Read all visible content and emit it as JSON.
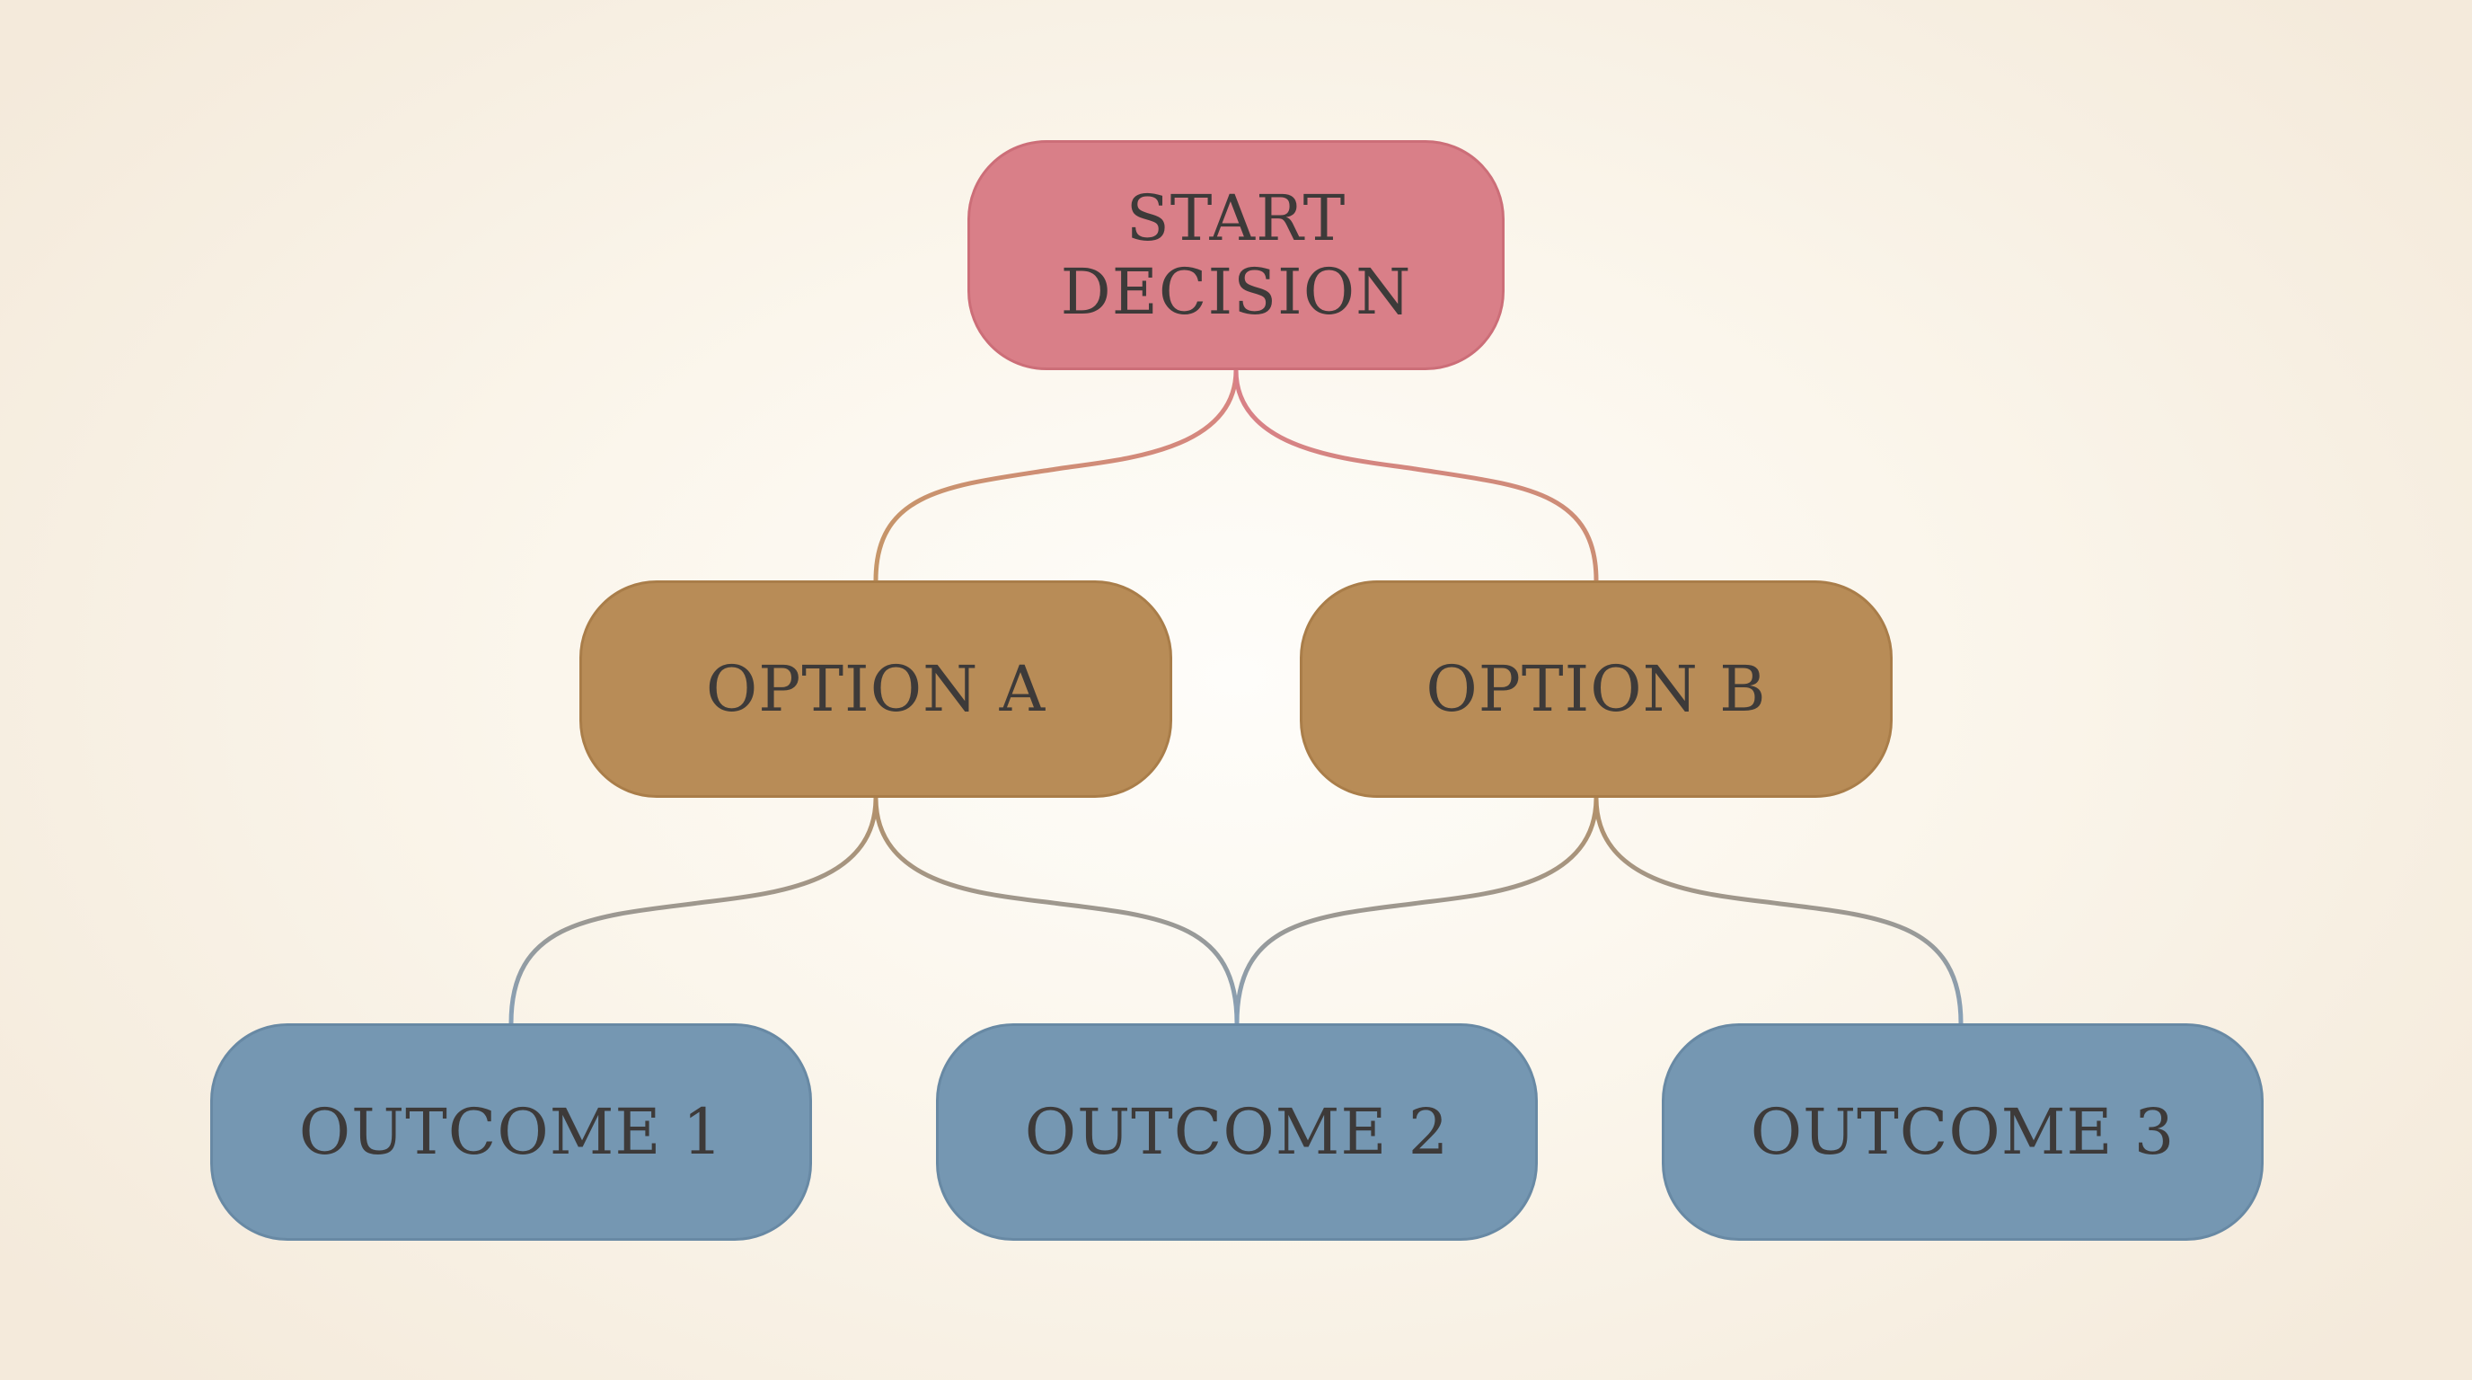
{
  "diagram": {
    "type": "decision-tree",
    "nodes": [
      {
        "id": "start",
        "label": "START\nDECISION",
        "color": "#d97f88"
      },
      {
        "id": "option-a",
        "label": "OPTION A",
        "color": "#b88c57"
      },
      {
        "id": "option-b",
        "label": "OPTION B",
        "color": "#b88c57"
      },
      {
        "id": "outcome-1",
        "label": "OUTCOME 1",
        "color": "#7597b2"
      },
      {
        "id": "outcome-2",
        "label": "OUTCOME 2",
        "color": "#7597b2"
      },
      {
        "id": "outcome-3",
        "label": "OUTCOME 3",
        "color": "#7597b2"
      }
    ],
    "edges": [
      {
        "from": "start",
        "to": "option-a"
      },
      {
        "from": "start",
        "to": "option-b"
      },
      {
        "from": "option-a",
        "to": "outcome-1"
      },
      {
        "from": "option-a",
        "to": "outcome-2"
      },
      {
        "from": "option-b",
        "to": "outcome-2"
      },
      {
        "from": "option-b",
        "to": "outcome-3"
      }
    ],
    "colors": {
      "background": "#fbf6ec",
      "text": "#3d3a39",
      "start_fill": "#d97f88",
      "option_fill": "#b88c57",
      "outcome_fill": "#7597b2",
      "edge_start_option": "#d18a84",
      "edge_option_outcome": "#9aa1a7"
    }
  }
}
